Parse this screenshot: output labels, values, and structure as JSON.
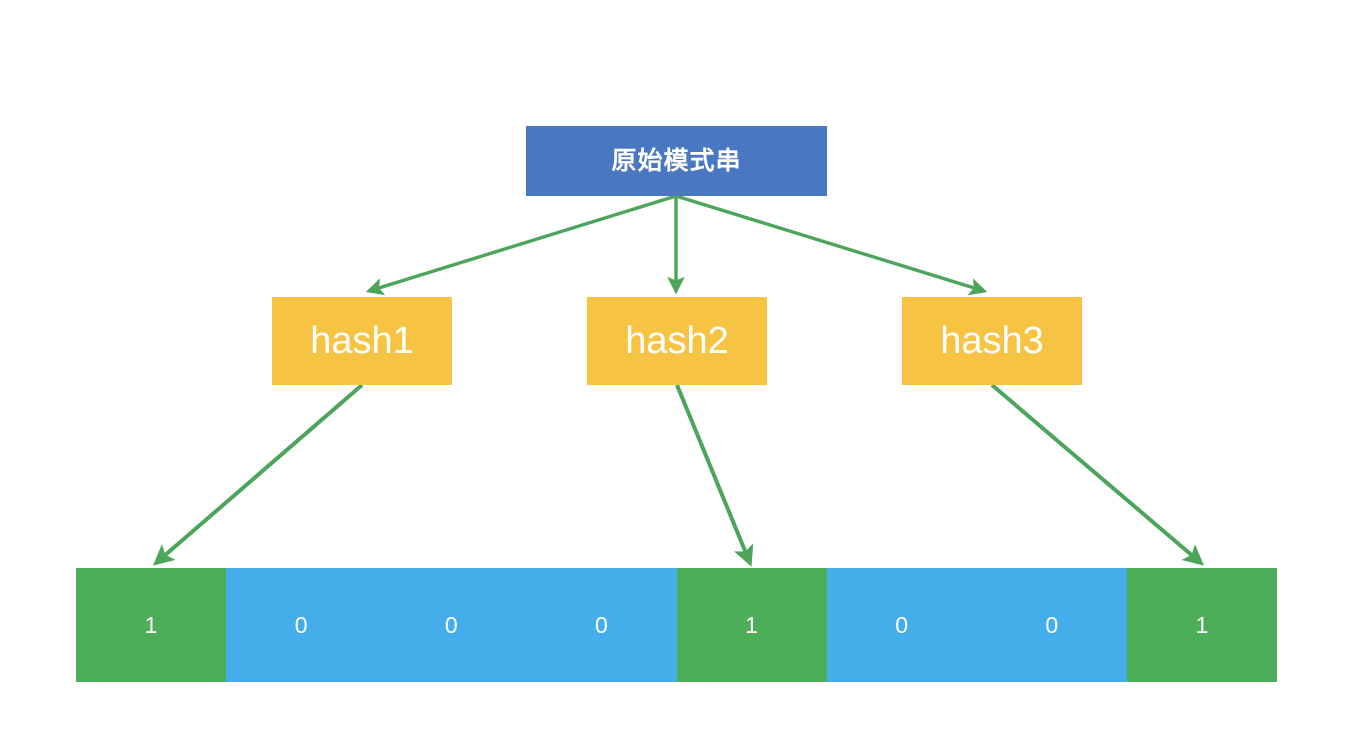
{
  "diagram": {
    "title_node": {
      "label": "原始模式串",
      "color": "#4a77c2"
    },
    "hash_nodes": [
      {
        "label": "hash1",
        "color": "#f7c343"
      },
      {
        "label": "hash2",
        "color": "#f7c343"
      },
      {
        "label": "hash3",
        "color": "#f7c343"
      }
    ],
    "bit_array": {
      "cells": [
        {
          "value": "1",
          "state": "set"
        },
        {
          "value": "0",
          "state": "unset"
        },
        {
          "value": "0",
          "state": "unset"
        },
        {
          "value": "0",
          "state": "unset"
        },
        {
          "value": "1",
          "state": "set"
        },
        {
          "value": "0",
          "state": "unset"
        },
        {
          "value": "0",
          "state": "unset"
        },
        {
          "value": "1",
          "state": "set"
        }
      ],
      "set_color": "#4cae58",
      "unset_color": "#45aeea"
    },
    "arrow_color": "#4ca55a",
    "background_color": "#ffffff"
  }
}
